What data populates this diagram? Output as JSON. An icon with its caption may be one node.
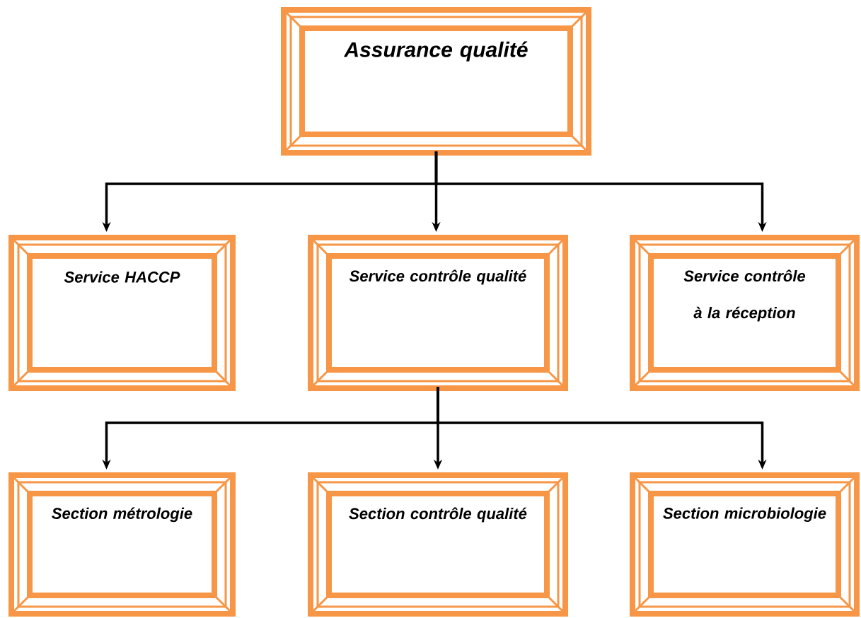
{
  "diagram": {
    "nodes": [
      {
        "text": [
          "Assurance qualité"
        ]
      },
      {
        "text": [
          "Service HACCP"
        ]
      },
      {
        "text": [
          "Service contrôle qualité"
        ]
      },
      {
        "text": [
          "Service contrôle à la réception"
        ]
      },
      {
        "text": [
          "Section métrologie"
        ]
      },
      {
        "text": [
          "Section contrôle qualité"
        ]
      },
      {
        "text": [
          "Section microbiologie"
        ]
      }
    ],
    "edges": [
      {
        "from": 0,
        "to": 1,
        "arrow": "to"
      },
      {
        "from": 0,
        "to": 2,
        "arrow": "to"
      },
      {
        "from": 0,
        "to": 3,
        "arrow": "to"
      },
      {
        "from": 2,
        "to": 4,
        "arrow": "to"
      },
      {
        "from": 2,
        "to": 5,
        "arrow": "to"
      },
      {
        "from": 2,
        "to": 6,
        "arrow": "to"
      }
    ]
  }
}
